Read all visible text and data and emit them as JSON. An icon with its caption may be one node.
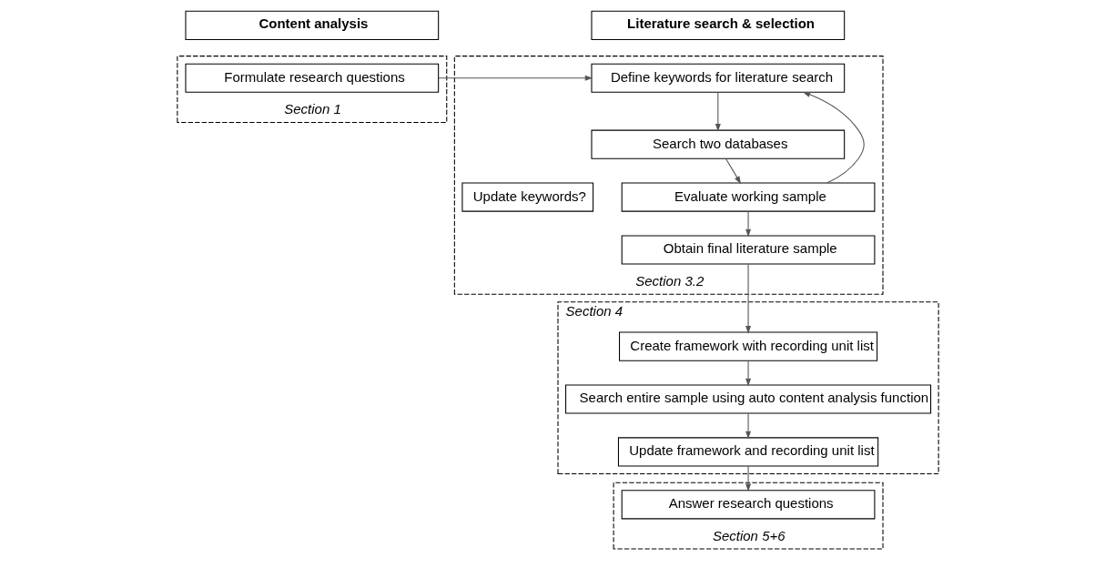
{
  "diagram": {
    "nodes": [
      {
        "text": [
          "Content analysis"
        ]
      },
      {
        "text": [
          "Literature search & selection"
        ]
      },
      {
        "text": [
          "Section 1"
        ]
      },
      {
        "text": [
          "Formulate research questions"
        ],
        "in": 2
      },
      {
        "text": [
          "Section 3.2"
        ]
      },
      {
        "text": [
          "Define keywords for literature search"
        ],
        "in": 4
      },
      {
        "text": [
          "Search two databases"
        ],
        "in": 4
      },
      {
        "text": [
          "Evaluate working sample"
        ],
        "in": 4
      },
      {
        "text": [
          "Obtain final literature sample"
        ],
        "in": 4
      },
      {
        "text": [
          "Update keywords?"
        ],
        "in": 4
      },
      {
        "text": [
          "Section 4"
        ]
      },
      {
        "text": [
          "Create framework with recording unit list"
        ],
        "in": 10
      },
      {
        "text": [
          "Search entire sample using auto content analysis function"
        ],
        "in": 10
      },
      {
        "text": [
          "Update framework and recording unit list"
        ],
        "in": 10
      },
      {
        "text": [
          "Section 5+6"
        ]
      },
      {
        "text": [
          "Answer research questions"
        ],
        "in": 14
      }
    ],
    "edges": [
      {
        "from": 3,
        "to": 5,
        "arrow": "to"
      },
      {
        "from": 5,
        "to": 6,
        "arrow": "to"
      },
      {
        "from": 6,
        "to": 7,
        "arrow": "to"
      },
      {
        "from": 7,
        "to": 5,
        "arrow": "to"
      },
      {
        "from": 7,
        "to": 8,
        "arrow": "to"
      },
      {
        "from": 8,
        "to": 11,
        "arrow": "to"
      },
      {
        "from": 11,
        "to": 12,
        "arrow": "to"
      },
      {
        "from": 12,
        "to": 13,
        "arrow": "to"
      },
      {
        "from": 13,
        "to": 15,
        "arrow": "to"
      }
    ]
  }
}
